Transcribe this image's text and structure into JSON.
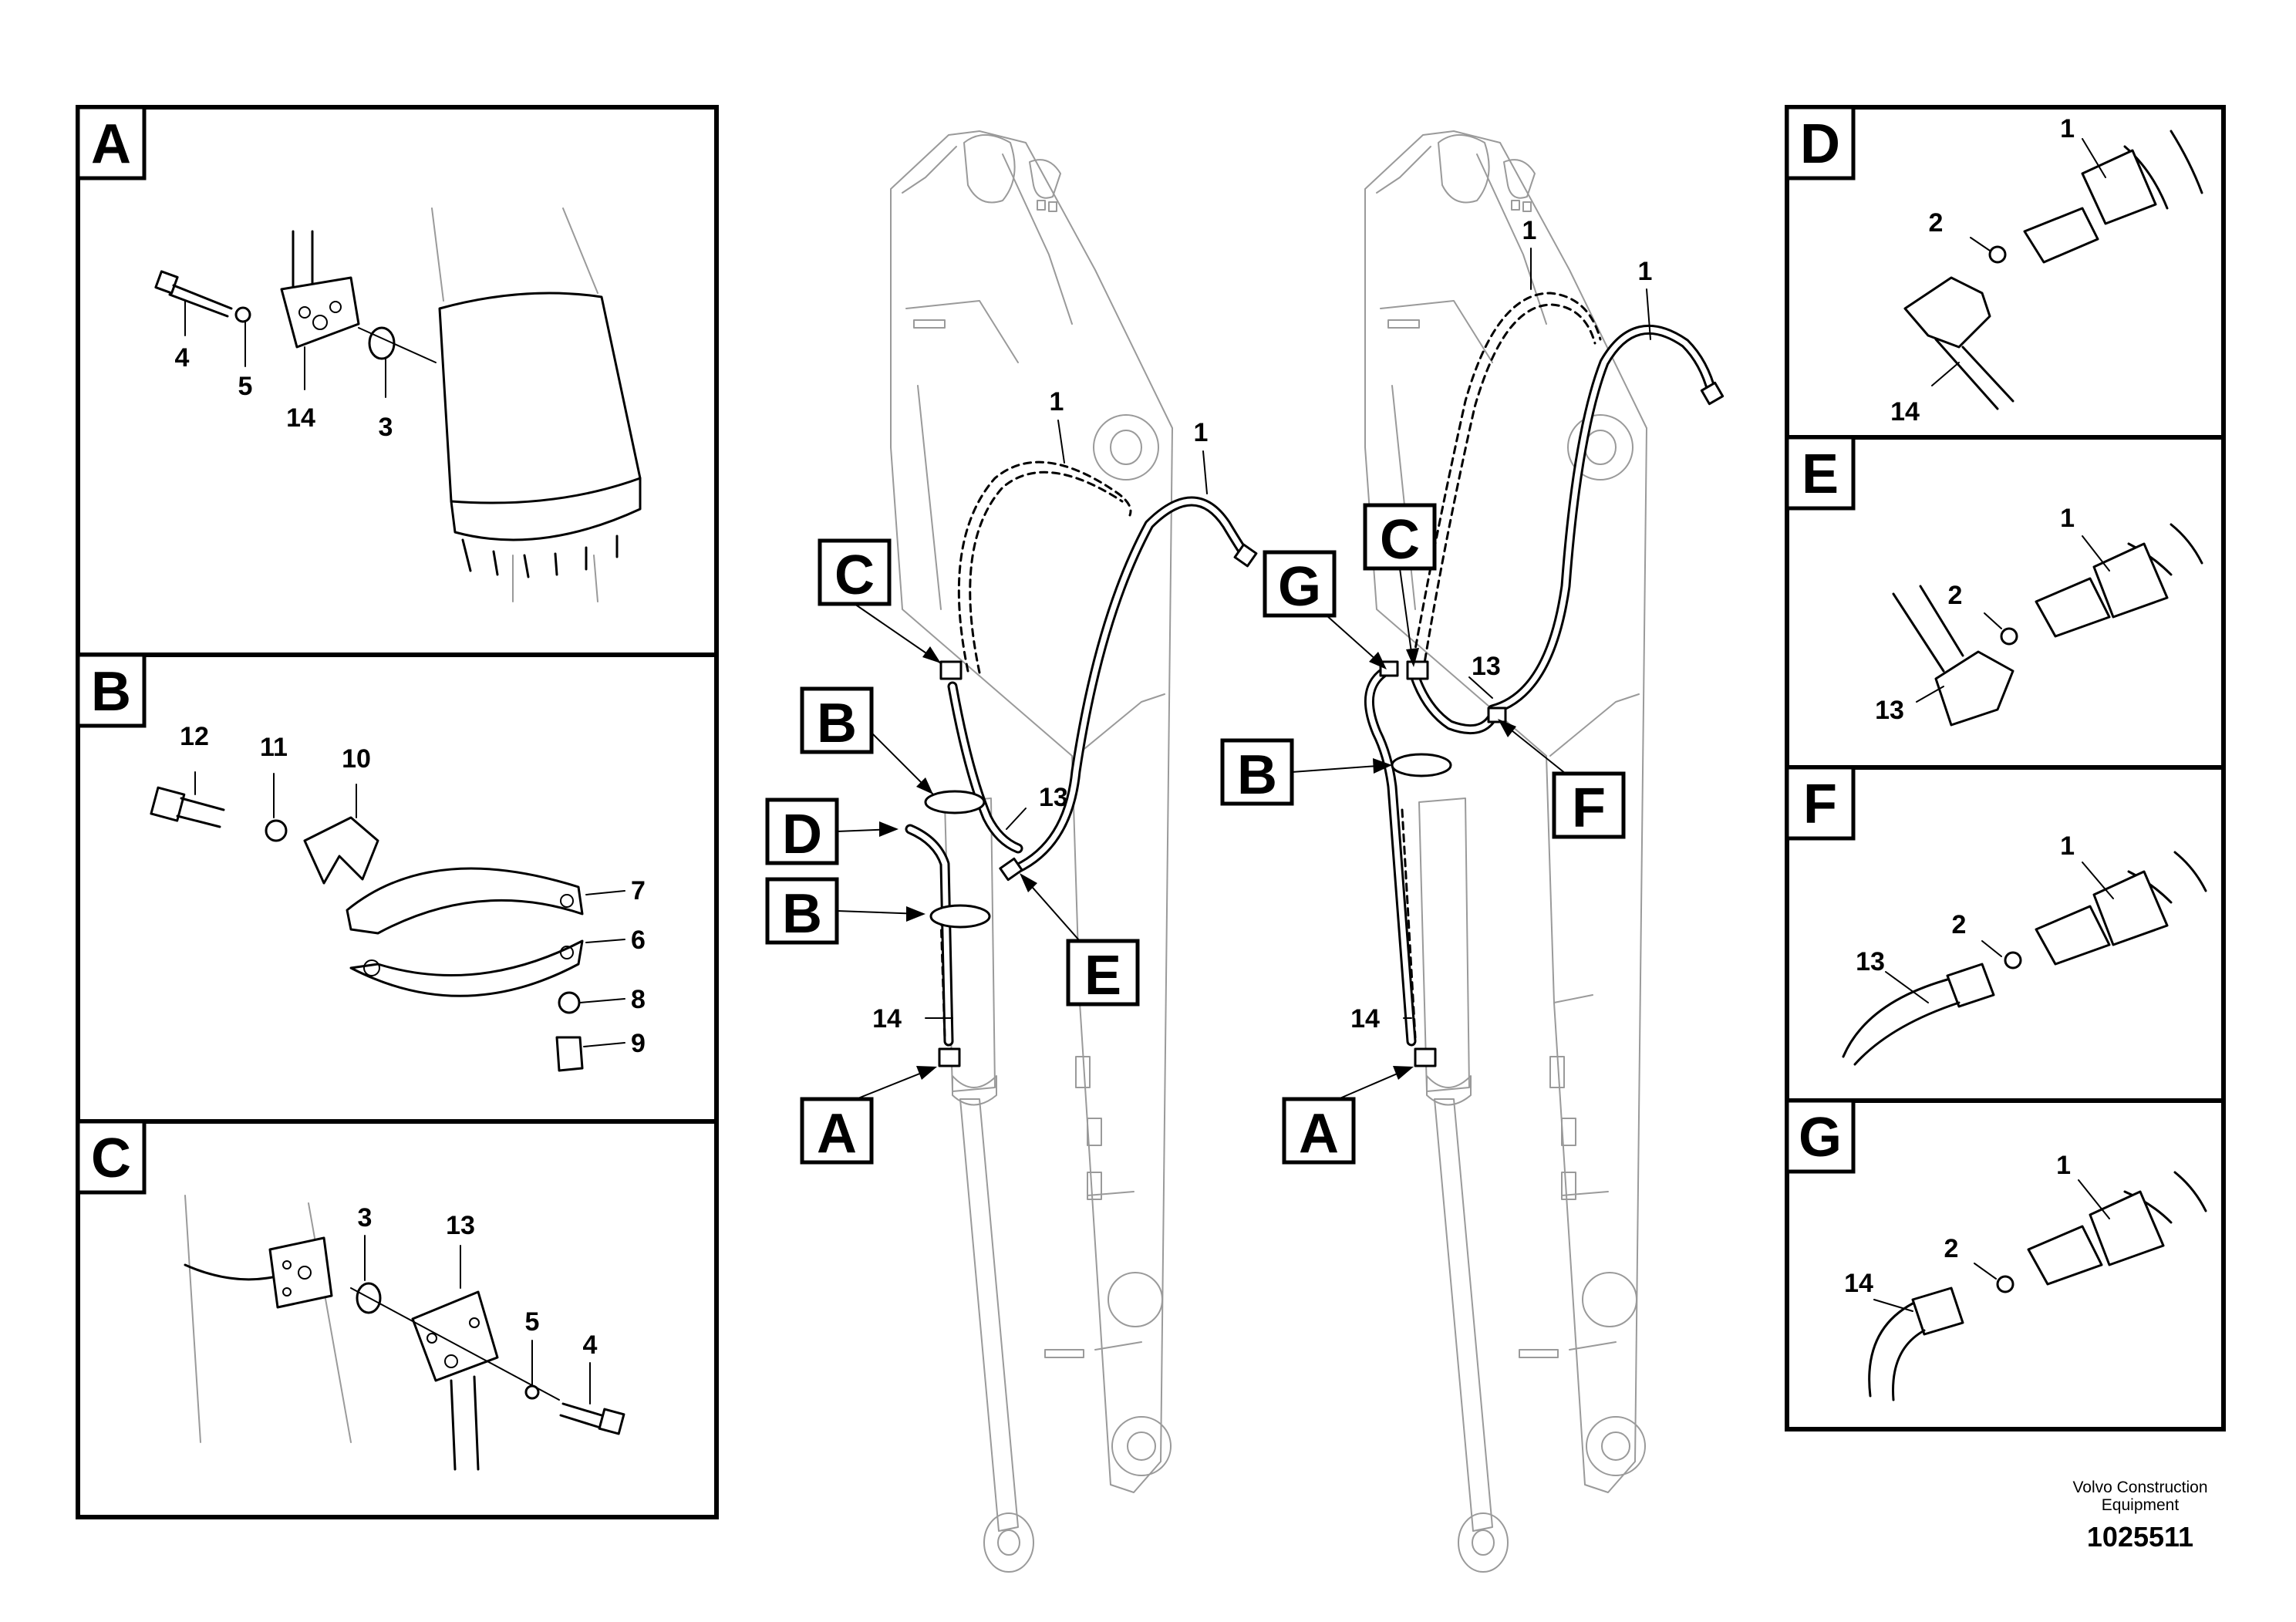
{
  "panels": {
    "A": {
      "letter": "A",
      "labels": {
        "bolt": "4",
        "washer": "5",
        "flange": "14",
        "oring": "3"
      }
    },
    "B": {
      "letter": "B",
      "labels": {
        "bolt": "12",
        "washer": "11",
        "block": "10",
        "clamp_upper": "7",
        "clamp_lower": "6",
        "washer_lower": "8",
        "nut": "9"
      }
    },
    "C": {
      "letter": "C",
      "labels": {
        "oring": "3",
        "flange": "13",
        "washer": "5",
        "bolt": "4"
      }
    },
    "D": {
      "letter": "D",
      "labels": {
        "hose": "1",
        "oring": "2",
        "elbow": "14"
      }
    },
    "E": {
      "letter": "E",
      "labels": {
        "hose": "1",
        "oring": "2",
        "elbow": "13"
      }
    },
    "F": {
      "letter": "F",
      "labels": {
        "hose": "1",
        "oring": "2",
        "pipe": "13"
      }
    },
    "G": {
      "letter": "G",
      "labels": {
        "hose": "1",
        "oring": "2",
        "pipe": "14"
      }
    }
  },
  "left_boom": {
    "callouts": {
      "c": "C",
      "b_upper": "B",
      "d": "D",
      "b_lower": "B",
      "e": "E",
      "a": "A"
    },
    "labels": {
      "hose_dashed": "1",
      "hose_solid": "1",
      "pipe_upper": "13",
      "pipe_cylinder": "14"
    }
  },
  "right_boom": {
    "callouts": {
      "g": "G",
      "c": "C",
      "b": "B",
      "f": "F",
      "a": "A"
    },
    "labels": {
      "hose_dashed": "1",
      "hose_solid": "1",
      "pipe_upper": "13",
      "pipe_cylinder": "14"
    }
  },
  "footer": {
    "company_line1": "Volvo Construction",
    "company_line2": "Equipment",
    "drawing_number": "1025511"
  }
}
